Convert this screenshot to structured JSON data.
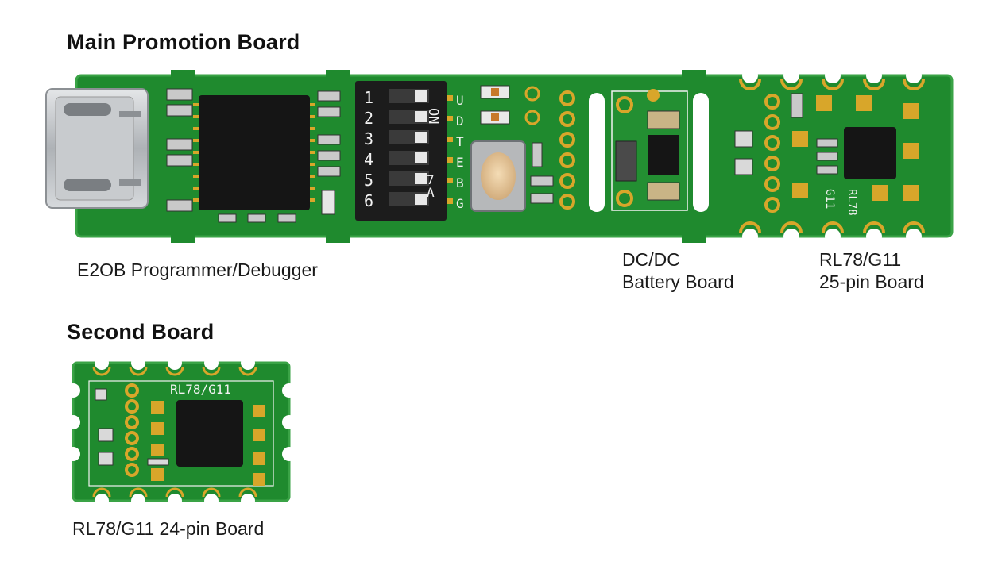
{
  "headings": {
    "main": "Main Promotion Board",
    "second": "Second Board"
  },
  "captions": {
    "e2ob": "E2OB Programmer/Debugger",
    "dcdc_line1": "DC/DC",
    "dcdc_line2": "Battery Board",
    "rl25_line1": "RL78/G11",
    "rl25_line2": "25-pin Board",
    "rl24": "RL78/G11 24-pin Board"
  },
  "silkscreen": {
    "switch_numbers": [
      "1",
      "2",
      "3",
      "4",
      "5",
      "6"
    ],
    "switch_on": "ON",
    "switch_side_letters": [
      "U",
      "D",
      "T",
      "E",
      "B",
      "G"
    ],
    "switch_marks": [
      "7",
      "A"
    ],
    "board_label_main": "RL78",
    "board_label_main_2": "G11",
    "board_label_second": "RL78/G11"
  },
  "colors": {
    "pcb_green": "#1f8a2e",
    "pcb_dark": "#14651f",
    "solder_mask_edge": "#3aa346",
    "gold_pad": "#d8a62a",
    "chip_black": "#151515",
    "silkscreen": "#f2f2f2",
    "usb_metal": "#b9bcc0",
    "button_cap": "#e7c79a"
  }
}
